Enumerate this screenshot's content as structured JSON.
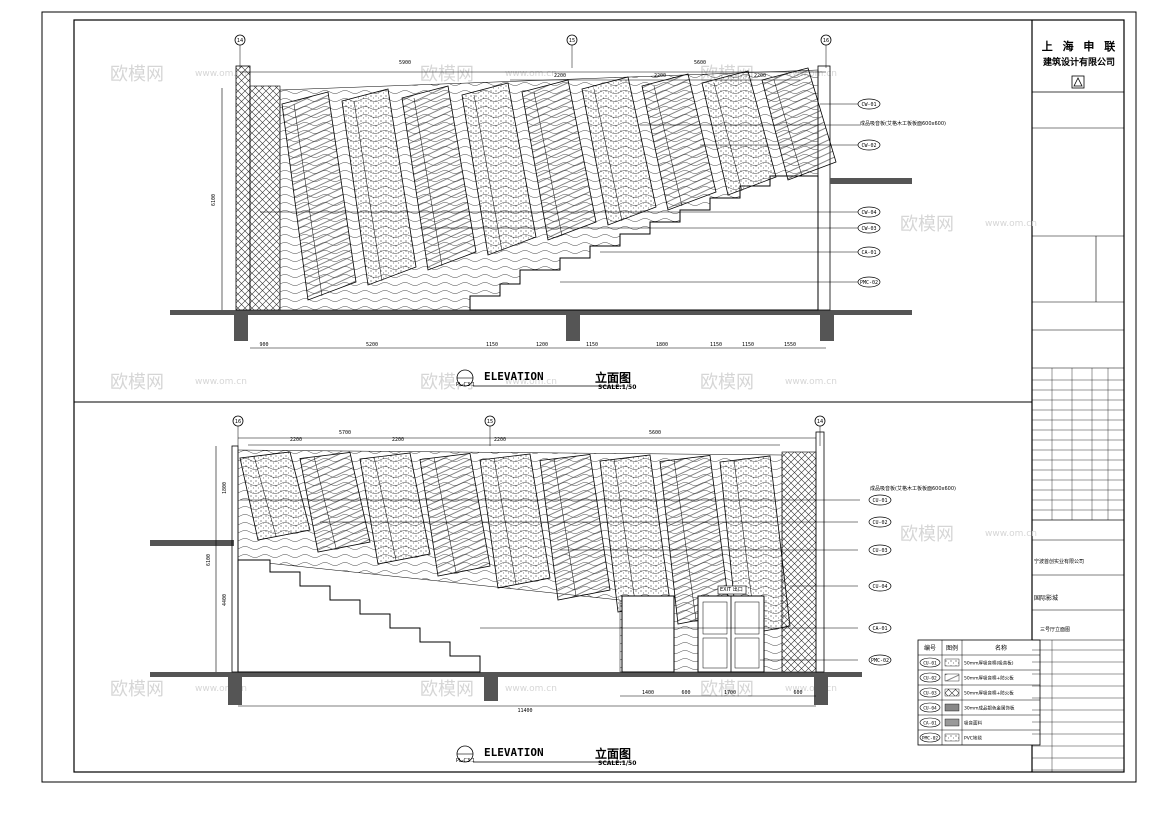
{
  "watermark": {
    "brand": "欧模网",
    "url": "www.om.cn"
  },
  "company": {
    "line1": "上 海 申 联",
    "line2": "建筑设计有限公司"
  },
  "upper_view": {
    "title": "ELEVATION",
    "title_cn": "立面图",
    "scale": "SCALE:1/50",
    "ref": "PL-C3.1",
    "grid_labels": [
      "14",
      "15",
      "16"
    ],
    "top_dims": [
      "5900",
      "5600"
    ],
    "sub_dims": [
      "2200",
      "2200",
      "2200"
    ],
    "bottom_dims": [
      "900",
      "5200",
      "1150",
      "1200",
      "1150",
      "1800",
      "1150",
      "1150",
      "1550"
    ],
    "height_dim": "6100",
    "note": "成品吸音板(艾格木工板板面600x600)",
    "tags": [
      "CW-01",
      "CW-02",
      "CW-04",
      "CW-03",
      "CA-01",
      "PMC-02"
    ]
  },
  "lower_view": {
    "title": "ELEVATION",
    "title_cn": "立面图",
    "scale": "SCALE:1/50",
    "ref": "PL-C3.1",
    "grid_labels": [
      "16",
      "15",
      "14"
    ],
    "top_dims": [
      "5700",
      "5600"
    ],
    "sub_dims": [
      "2200",
      "2200",
      "2200"
    ],
    "bottom_dims": [
      "1400",
      "600",
      "1700",
      "600"
    ],
    "overall_dim": "11400",
    "height_dims": [
      "1800",
      "6100",
      "4400"
    ],
    "note": "成品吸音板(艾格木工板板面600x600)",
    "tags": [
      "CU-01",
      "CU-02",
      "CU-03",
      "CU-04",
      "CA-01",
      "PMC-02"
    ],
    "exit_sign": "EXIT 出口"
  },
  "legend": {
    "headers": [
      "编号",
      "图例",
      "名称"
    ],
    "rows": [
      {
        "code": "CU-01",
        "name": "50mm厚吸音棉(吸音板)"
      },
      {
        "code": "CU-02",
        "name": "50mm厚吸音棉+防火板"
      },
      {
        "code": "CU-03",
        "name": "50mm厚吸音棉+防火板"
      },
      {
        "code": "CU-04",
        "name": "30mm成品银色金属饰板"
      },
      {
        "code": "CA-01",
        "name": "吸音面料"
      },
      {
        "code": "PMC-02",
        "name": "PVC地毯"
      }
    ]
  },
  "title_block": {
    "client": "宁波首创实业有限公司",
    "project": "国际影城",
    "drawing": "三号厅立面图"
  }
}
